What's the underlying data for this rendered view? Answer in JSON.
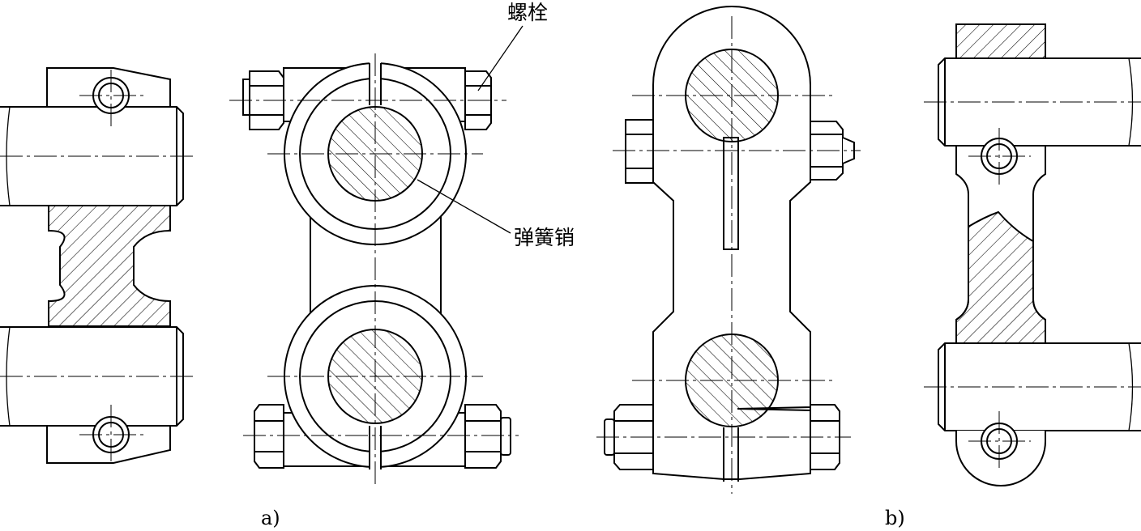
{
  "labels": {
    "bolt": "螺栓",
    "spring_pin": "弹簧销"
  },
  "captions": {
    "a": "a)",
    "b": "b)"
  },
  "colors": {
    "line": "#000000",
    "background": "#ffffff"
  }
}
